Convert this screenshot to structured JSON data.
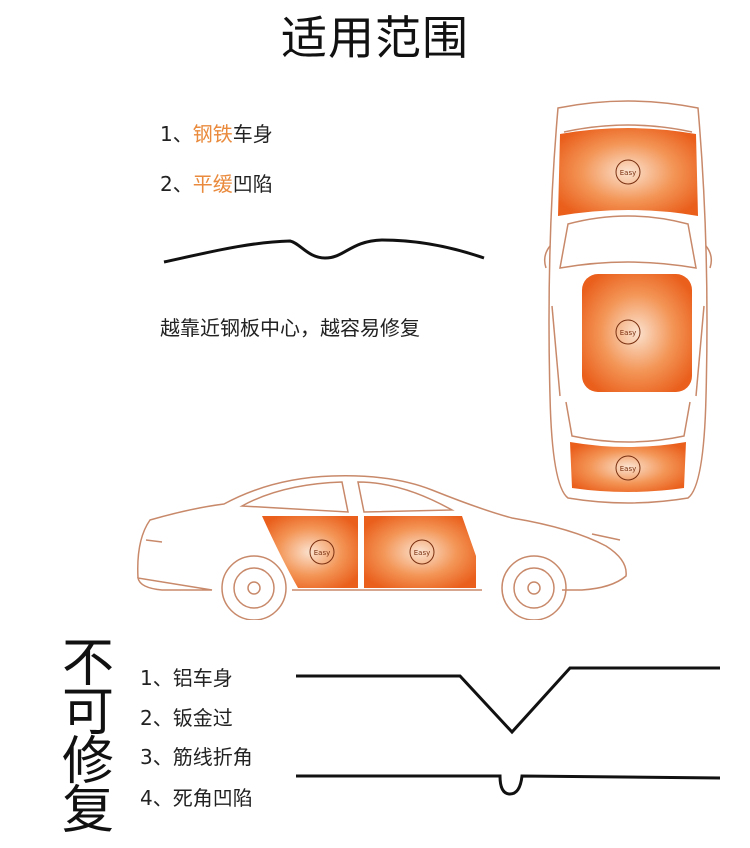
{
  "title": "适用范围",
  "applicable": [
    {
      "num": "1、",
      "highlight": "钢铁",
      "rest": "车身"
    },
    {
      "num": "2、",
      "highlight": "平缓",
      "rest": "凹陷"
    }
  ],
  "note": "越靠近钢板中心，越容易修复",
  "badge_text": "Easy",
  "not_repairable": {
    "heading": "不可修复",
    "items": [
      "1、铝车身",
      "2、钣金过",
      "3、筋线折角",
      "4、死角凹陷"
    ]
  },
  "colors": {
    "accent": "#e98a3c",
    "zone_center": "#fbe2cf",
    "zone_edge": "#ef6e25",
    "car_outline": "#c8896a"
  }
}
